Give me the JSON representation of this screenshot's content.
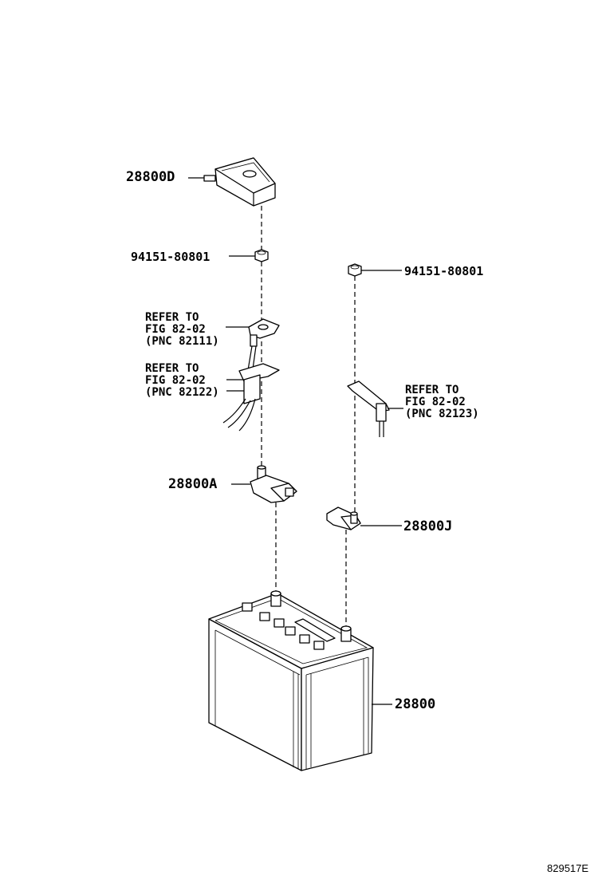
{
  "labels": {
    "battery_cover": "28800D",
    "nut_left": "94151-80801",
    "nut_right": "94151-80801",
    "refer_1": [
      "REFER TO",
      "FIG 82-02",
      "(PNC 82111)"
    ],
    "refer_2": [
      "REFER TO",
      "FIG 82-02",
      "(PNC 82122)"
    ],
    "refer_3": [
      "REFER TO",
      "FIG 82-02",
      "(PNC 82123)"
    ],
    "terminal_positive": "28800A",
    "terminal_negative": "28800J",
    "battery": "28800"
  },
  "figure_code": "829517E"
}
